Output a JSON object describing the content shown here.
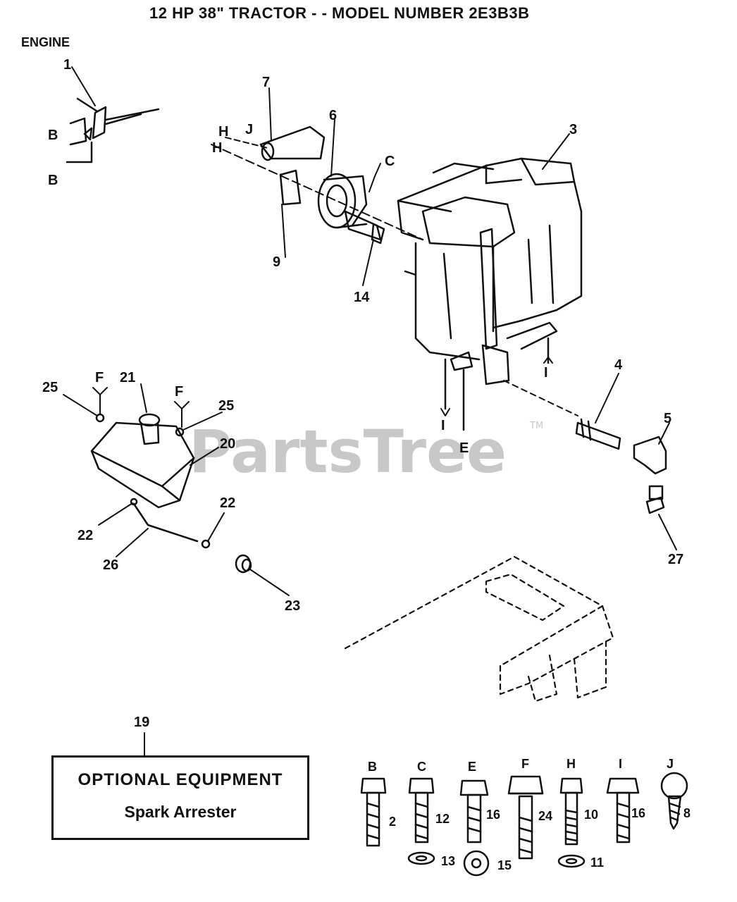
{
  "title": "12 HP 38\" TRACTOR - - MODEL NUMBER 2E3B3B",
  "section": "ENGINE",
  "watermark": "PartsTree",
  "watermark_mark": "TM",
  "optional_box": {
    "number": "19",
    "heading": "OPTIONAL EQUIPMENT",
    "item": "Spark Arrester"
  },
  "callouts": {
    "c1": "1",
    "c2": "2",
    "c3": "3",
    "c4": "4",
    "c5": "5",
    "c6": "6",
    "c7": "7",
    "c8": "8",
    "c9": "9",
    "c10": "10",
    "c11": "11",
    "c12": "12",
    "c13": "13",
    "c14": "14",
    "c15": "15",
    "c16a": "16",
    "c16b": "16",
    "c20": "20",
    "c21": "21",
    "c22a": "22",
    "c22b": "22",
    "c23": "23",
    "c24": "24",
    "c25a": "25",
    "c25b": "25",
    "c26": "26",
    "c27": "27"
  },
  "refs": {
    "B1": "B",
    "B2": "B",
    "H1": "H",
    "H2": "H",
    "J1": "J",
    "C1": "C",
    "I1": "I",
    "I2": "I",
    "E1": "E",
    "F1": "F",
    "F2": "F"
  },
  "hardware": [
    {
      "letter": "B",
      "qty": "2"
    },
    {
      "letter": "C",
      "qty": "12"
    },
    {
      "letter": "E",
      "qty": "16"
    },
    {
      "letter": "F",
      "qty": "24"
    },
    {
      "letter": "H",
      "qty": "10"
    },
    {
      "letter": "I",
      "qty": "16"
    },
    {
      "letter": "J",
      "qty": "8"
    }
  ]
}
